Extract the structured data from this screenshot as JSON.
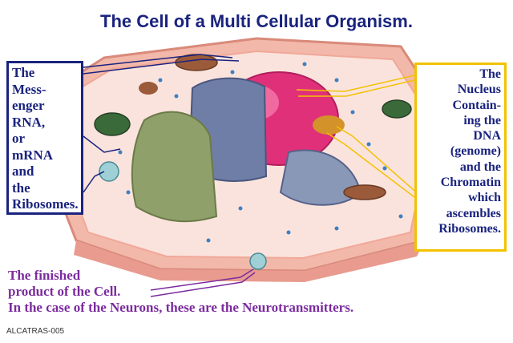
{
  "title": "The Cell of a Multi Cellular Organism.",
  "labels": {
    "mrna": "The\nMess-\nenger\nRNA,\nor\nmRNA\nand\nthe\nRibosomes.",
    "nucleus": "The\nNucleus\nContain-\ning the\nDNA\n(genome)\nand the\nChromatin\nwhich\nascembles\nRibosomes.",
    "product_line1": "The finished\nproduct of the Cell.",
    "product_line2": "In the case of the Neurons, these are the Neurotransmitters."
  },
  "code": "ALCATRAS-005",
  "colors": {
    "title": "#1a237e",
    "mrna_border": "#1a237e",
    "nucleus_border": "#f2c200",
    "product_text": "#7b2b9e",
    "membrane": "#f2b8aa",
    "cytoplasm": "#fbe3dd",
    "nucleus": "#e0307a",
    "er_rough": "#8fa06a",
    "golgi": "#6f7ea6"
  }
}
